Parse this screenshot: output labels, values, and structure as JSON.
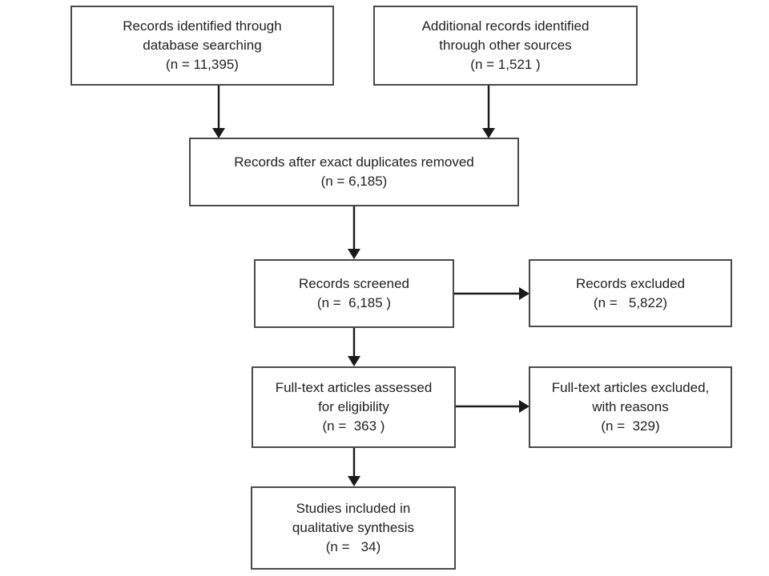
{
  "title": "PRISMA flow diagram",
  "colors": {
    "background": "#ffffff",
    "box_border": "#4a4a4a",
    "arrow": "#1a1a1a",
    "text": "#1f1f1f"
  },
  "boxes": {
    "identified": {
      "text": "Records identified through\ndatabase searching\n(n = 11,395)"
    },
    "additional": {
      "text": "Additional records identified\nthrough other sources\n(n = 1,521 )"
    },
    "deduplicated": {
      "text": "Records after exact duplicates removed\n(n = 6,185)"
    },
    "screened": {
      "text": "Records screened\n(n =  6,185 )"
    },
    "records_excluded": {
      "text": "Records excluded\n(n =   5,822)"
    },
    "fulltext_assessed": {
      "text": "Full-text articles assessed\nfor eligibility\n(n =  363 )"
    },
    "fulltext_excluded": {
      "text": "Full-text articles excluded,\nwith reasons\n(n =  329)"
    },
    "included": {
      "text": "Studies included in\nqualitative synthesis\n(n =   34)"
    }
  },
  "edges": [
    {
      "from": "identified",
      "to": "deduplicated"
    },
    {
      "from": "additional",
      "to": "deduplicated"
    },
    {
      "from": "deduplicated",
      "to": "screened"
    },
    {
      "from": "screened",
      "to": "records_excluded"
    },
    {
      "from": "screened",
      "to": "fulltext_assessed"
    },
    {
      "from": "fulltext_assessed",
      "to": "fulltext_excluded"
    },
    {
      "from": "fulltext_assessed",
      "to": "included"
    }
  ]
}
